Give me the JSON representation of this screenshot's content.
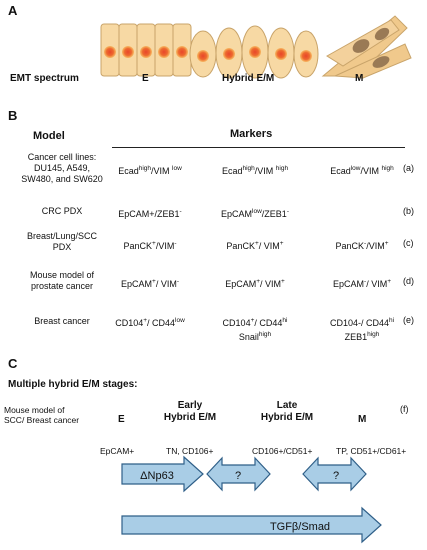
{
  "panel_a": {
    "letter": "A",
    "emt_label": "EMT spectrum",
    "stage_e": "E",
    "stage_hybrid": "Hybrid E/M",
    "stage_m": "M"
  },
  "panel_b": {
    "letter": "B",
    "col_model": "Model",
    "col_markers": "Markers",
    "rows": [
      {
        "model": "Cancer cell lines:\nDU145, A549,\nSW480, and SW620",
        "e": {
          "base": "Ecad",
          "sup1": "high",
          "mid": "/VIM ",
          "sup2": "low"
        },
        "h": {
          "base": "Ecad",
          "sup1": "high",
          "mid": "/VIM ",
          "sup2": "high"
        },
        "m": {
          "base": "Ecad",
          "sup1": "low",
          "mid": "/VIM ",
          "sup2": "high"
        },
        "ref": "(a)"
      },
      {
        "model": "CRC PDX",
        "e": {
          "base": "EpCAM+/ZEB1",
          "sup1": "-",
          "mid": "",
          "sup2": ""
        },
        "h": {
          "base": "EpCAM",
          "sup1": "low",
          "mid": "/ZEB1",
          "sup2": "-"
        },
        "m": null,
        "ref": "(b)"
      },
      {
        "model": "Breast/Lung/SCC\nPDX",
        "e": {
          "base": "PanCK",
          "sup1": "+",
          "mid": "/VIM",
          "sup2": "-"
        },
        "h": {
          "base": "PanCK",
          "sup1": "+",
          "mid": "/ VIM",
          "sup2": "+"
        },
        "m": {
          "base": "PanCK",
          "sup1": "-",
          "mid": "/VIM",
          "sup2": "+"
        },
        "ref": "(c)"
      },
      {
        "model": "Mouse model of\nprostate cancer",
        "e": {
          "base": "EpCAM",
          "sup1": "+",
          "mid": "/ VIM",
          "sup2": "-"
        },
        "h": {
          "base": "EpCAM",
          "sup1": "+",
          "mid": "/ VIM",
          "sup2": "+"
        },
        "m": {
          "base": "EpCAM",
          "sup1": "-",
          "mid": "/ VIM",
          "sup2": "+"
        },
        "ref": "(d)"
      },
      {
        "model": "Breast cancer",
        "e": {
          "base": "CD104",
          "sup1": "+",
          "mid": "/ CD44",
          "sup2": "low"
        },
        "h": {
          "base": "CD104",
          "sup1": "+",
          "mid": "/ CD44",
          "sup2": "hi",
          "line2": "Snail",
          "line2sup": "high"
        },
        "m": {
          "base": "CD104-/ CD44",
          "sup1": "hi",
          "mid": "",
          "sup2": "",
          "line2": "ZEB1",
          "line2sup": "high"
        },
        "ref": "(e)"
      }
    ]
  },
  "panel_c": {
    "letter": "C",
    "title": "Multiple hybrid E/M stages:",
    "model": "Mouse model of\nSCC/ Breast cancer",
    "stage_e": "E",
    "stage_early": "Early\nHybrid E/M",
    "stage_late": "Late\nHybrid E/M",
    "stage_m": "M",
    "ref": "(f)",
    "marker_e": "EpCAM+",
    "marker_early": "TN, CD106+",
    "marker_late": "CD106+/CD51+",
    "marker_m": "TP, CD51+/CD61+",
    "arrow_dnp63": "ΔNp63",
    "arrow_q1": "?",
    "arrow_q2": "?",
    "arrow_tgf": "TGFβ/Smad"
  },
  "colors": {
    "cell_fill": "#f7d9a4",
    "cell_stroke": "#c9a46a",
    "nucleus_red": "#e8462a",
    "nucleus_glow": "#f6a13a",
    "mes_fill": "#f0c98c",
    "mes_nucleus": "#9a7a55",
    "arrow_fill": "#a9cde6",
    "arrow_stroke": "#2f5f88"
  }
}
